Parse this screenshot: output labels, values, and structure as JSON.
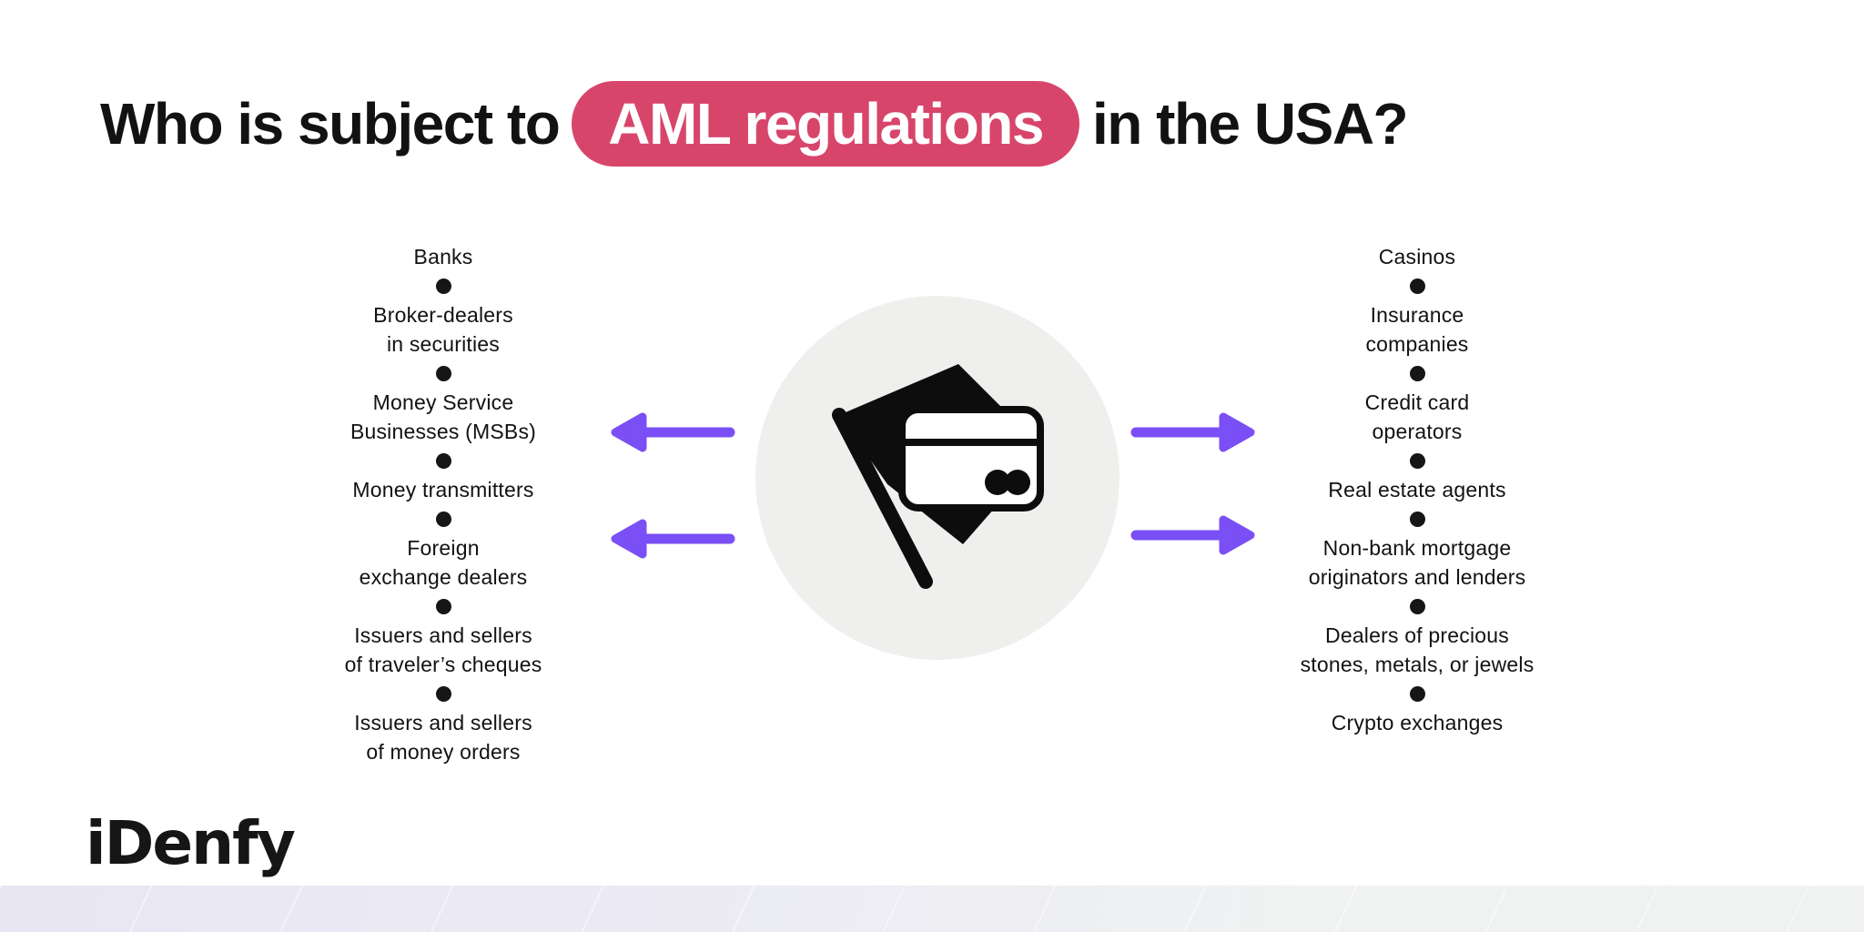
{
  "title": {
    "prefix": "Who is subject to",
    "highlight": "AML regulations",
    "suffix": "in the USA?"
  },
  "diagram": {
    "center_icon": "flag-with-credit-card",
    "left_column": {
      "items": [
        "Banks",
        "Broker-dealers\nin securities",
        "Money Service\nBusinesses (MSBs)",
        "Money transmitters",
        "Foreign\nexchange dealers",
        "Issuers and sellers\nof traveler’s cheques",
        "Issuers and sellers\nof money orders"
      ]
    },
    "right_column": {
      "items": [
        "Casinos",
        "Insurance\ncompanies",
        "Credit card\noperators",
        "Real estate agents",
        "Non-bank mortgage\noriginators and lenders",
        "Dealers of precious\nstones, metals, or jewels",
        "Crypto exchanges"
      ]
    }
  },
  "footer": {
    "logo_text": "iDenfy"
  },
  "colors": {
    "highlight_pill_bg": "#D8456B",
    "highlight_pill_text": "#FFFFFF",
    "arrow": "#7A4FF5",
    "center_circle_bg": "#EFEFEE",
    "icon_black": "#0D0D0D",
    "title_text": "#121212",
    "body_text": "#121212",
    "footer_strip_left": "#E8E6F3",
    "footer_strip_right": "#EFF2F1"
  }
}
